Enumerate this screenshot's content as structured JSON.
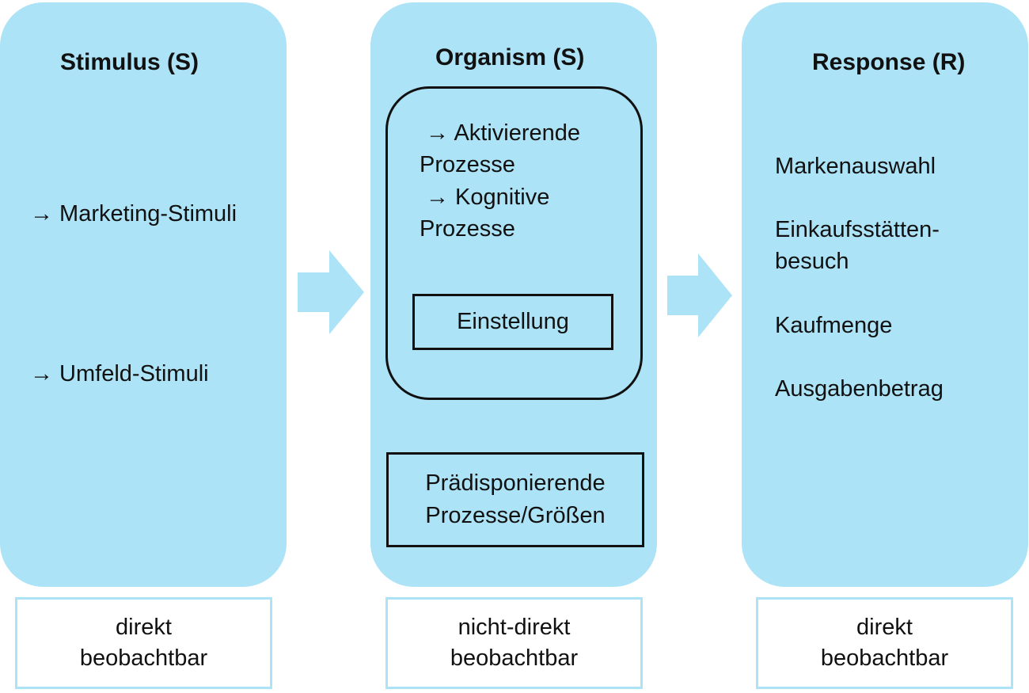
{
  "stimulus": {
    "title": "Stimulus (S)",
    "items": [
      "→ Marketing-Stimuli",
      "→ Umfeld-Stimuli"
    ],
    "footer": "direkt\nbeobachtbar"
  },
  "organism": {
    "title": "Organism (S)",
    "processes": [
      "→ Aktivierende",
      "Prozesse",
      "→ Kognitive",
      "Prozesse"
    ],
    "einstellung": "Einstellung",
    "praedisponierend": "Prädisponierende\nProzesse/Größen",
    "footer": "nicht-direkt\nbeobachtbar"
  },
  "response": {
    "title": "Response (R)",
    "items": [
      "Markenauswahl",
      "Einkaufsstätten-\nbesuch",
      "Kaufmenge",
      "Ausgabenbetrag"
    ],
    "footer": "direkt\nbeobachtbar"
  },
  "colors": {
    "panel": "#ade3f6",
    "border": "#111111"
  },
  "icons": [
    "right-arrow-icon"
  ]
}
